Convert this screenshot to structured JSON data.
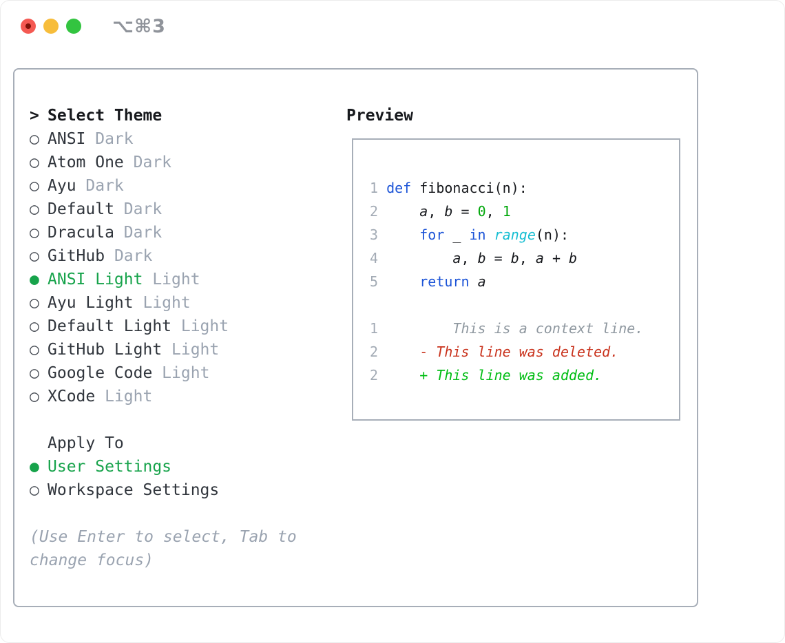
{
  "colors": {
    "accent_green": "#17a34b",
    "keyword_blue": "#1c54d7",
    "function_cyan": "#16bed2",
    "number_green": "#00a70a",
    "diff_added_green": "#00bd13",
    "diff_deleted_red": "#c9331d",
    "muted_gray": "#9aa3b0",
    "border_gray": "#a7aeb8",
    "traffic_red": "#f45952",
    "traffic_yellow": "#f7bd3b",
    "traffic_green": "#33c440"
  },
  "titlebar": {
    "shortcut": "⌥⌘3",
    "traffic_lights": [
      "close",
      "minimize",
      "zoom"
    ]
  },
  "theme_panel": {
    "title_prefix": ">",
    "title": "Select Theme",
    "marker_unselected": "○",
    "marker_selected": "●",
    "items": [
      {
        "name": "ANSI",
        "variant": "Dark",
        "selected": false
      },
      {
        "name": "Atom One",
        "variant": "Dark",
        "selected": false
      },
      {
        "name": "Ayu",
        "variant": "Dark",
        "selected": false
      },
      {
        "name": "Default",
        "variant": "Dark",
        "selected": false
      },
      {
        "name": "Dracula",
        "variant": "Dark",
        "selected": false
      },
      {
        "name": "GitHub",
        "variant": "Dark",
        "selected": false
      },
      {
        "name": "ANSI Light",
        "variant": "Light",
        "selected": true
      },
      {
        "name": "Ayu Light",
        "variant": "Light",
        "selected": false
      },
      {
        "name": "Default Light",
        "variant": "Light",
        "selected": false
      },
      {
        "name": "GitHub Light",
        "variant": "Light",
        "selected": false
      },
      {
        "name": "Google Code",
        "variant": "Light",
        "selected": false
      },
      {
        "name": "XCode",
        "variant": "Light",
        "selected": false
      }
    ],
    "apply_to": {
      "title": "Apply To",
      "options": [
        {
          "label": "User Settings",
          "selected": true
        },
        {
          "label": "Workspace Settings",
          "selected": false
        }
      ]
    },
    "help_lines": [
      "(Use Enter to select, Tab to",
      "change focus)"
    ]
  },
  "preview": {
    "title": "Preview",
    "code_lines": [
      {
        "num": "1",
        "tokens": [
          {
            "text": "def",
            "style": "keyword"
          },
          {
            "text": " fibonacci(n):",
            "style": "plain"
          }
        ]
      },
      {
        "num": "2",
        "tokens": [
          {
            "text": "    ",
            "style": "plain"
          },
          {
            "text": "a",
            "style": "variable"
          },
          {
            "text": ", ",
            "style": "plain"
          },
          {
            "text": "b",
            "style": "variable"
          },
          {
            "text": " = ",
            "style": "plain"
          },
          {
            "text": "0",
            "style": "number"
          },
          {
            "text": ", ",
            "style": "plain"
          },
          {
            "text": "1",
            "style": "number"
          }
        ]
      },
      {
        "num": "3",
        "tokens": [
          {
            "text": "    ",
            "style": "plain"
          },
          {
            "text": "for",
            "style": "keyword"
          },
          {
            "text": " _ ",
            "style": "plain"
          },
          {
            "text": "in",
            "style": "keyword"
          },
          {
            "text": " ",
            "style": "plain"
          },
          {
            "text": "range",
            "style": "function"
          },
          {
            "text": "(n):",
            "style": "plain"
          }
        ]
      },
      {
        "num": "4",
        "tokens": [
          {
            "text": "        ",
            "style": "plain"
          },
          {
            "text": "a",
            "style": "variable"
          },
          {
            "text": ", ",
            "style": "plain"
          },
          {
            "text": "b",
            "style": "variable"
          },
          {
            "text": " = ",
            "style": "plain"
          },
          {
            "text": "b",
            "style": "variable"
          },
          {
            "text": ", ",
            "style": "plain"
          },
          {
            "text": "a",
            "style": "variable"
          },
          {
            "text": " + ",
            "style": "plain"
          },
          {
            "text": "b",
            "style": "variable"
          }
        ]
      },
      {
        "num": "5",
        "tokens": [
          {
            "text": "    ",
            "style": "plain"
          },
          {
            "text": "return",
            "style": "keyword"
          },
          {
            "text": " ",
            "style": "plain"
          },
          {
            "text": "a",
            "style": "variable"
          }
        ]
      }
    ],
    "diff_lines": [
      {
        "num": "1",
        "marker": "",
        "kind": "context",
        "text": "This is a context line."
      },
      {
        "num": "2",
        "marker": "-",
        "kind": "deleted",
        "text": "This line was deleted."
      },
      {
        "num": "2",
        "marker": "+",
        "kind": "added",
        "text": "This line was added."
      }
    ]
  }
}
